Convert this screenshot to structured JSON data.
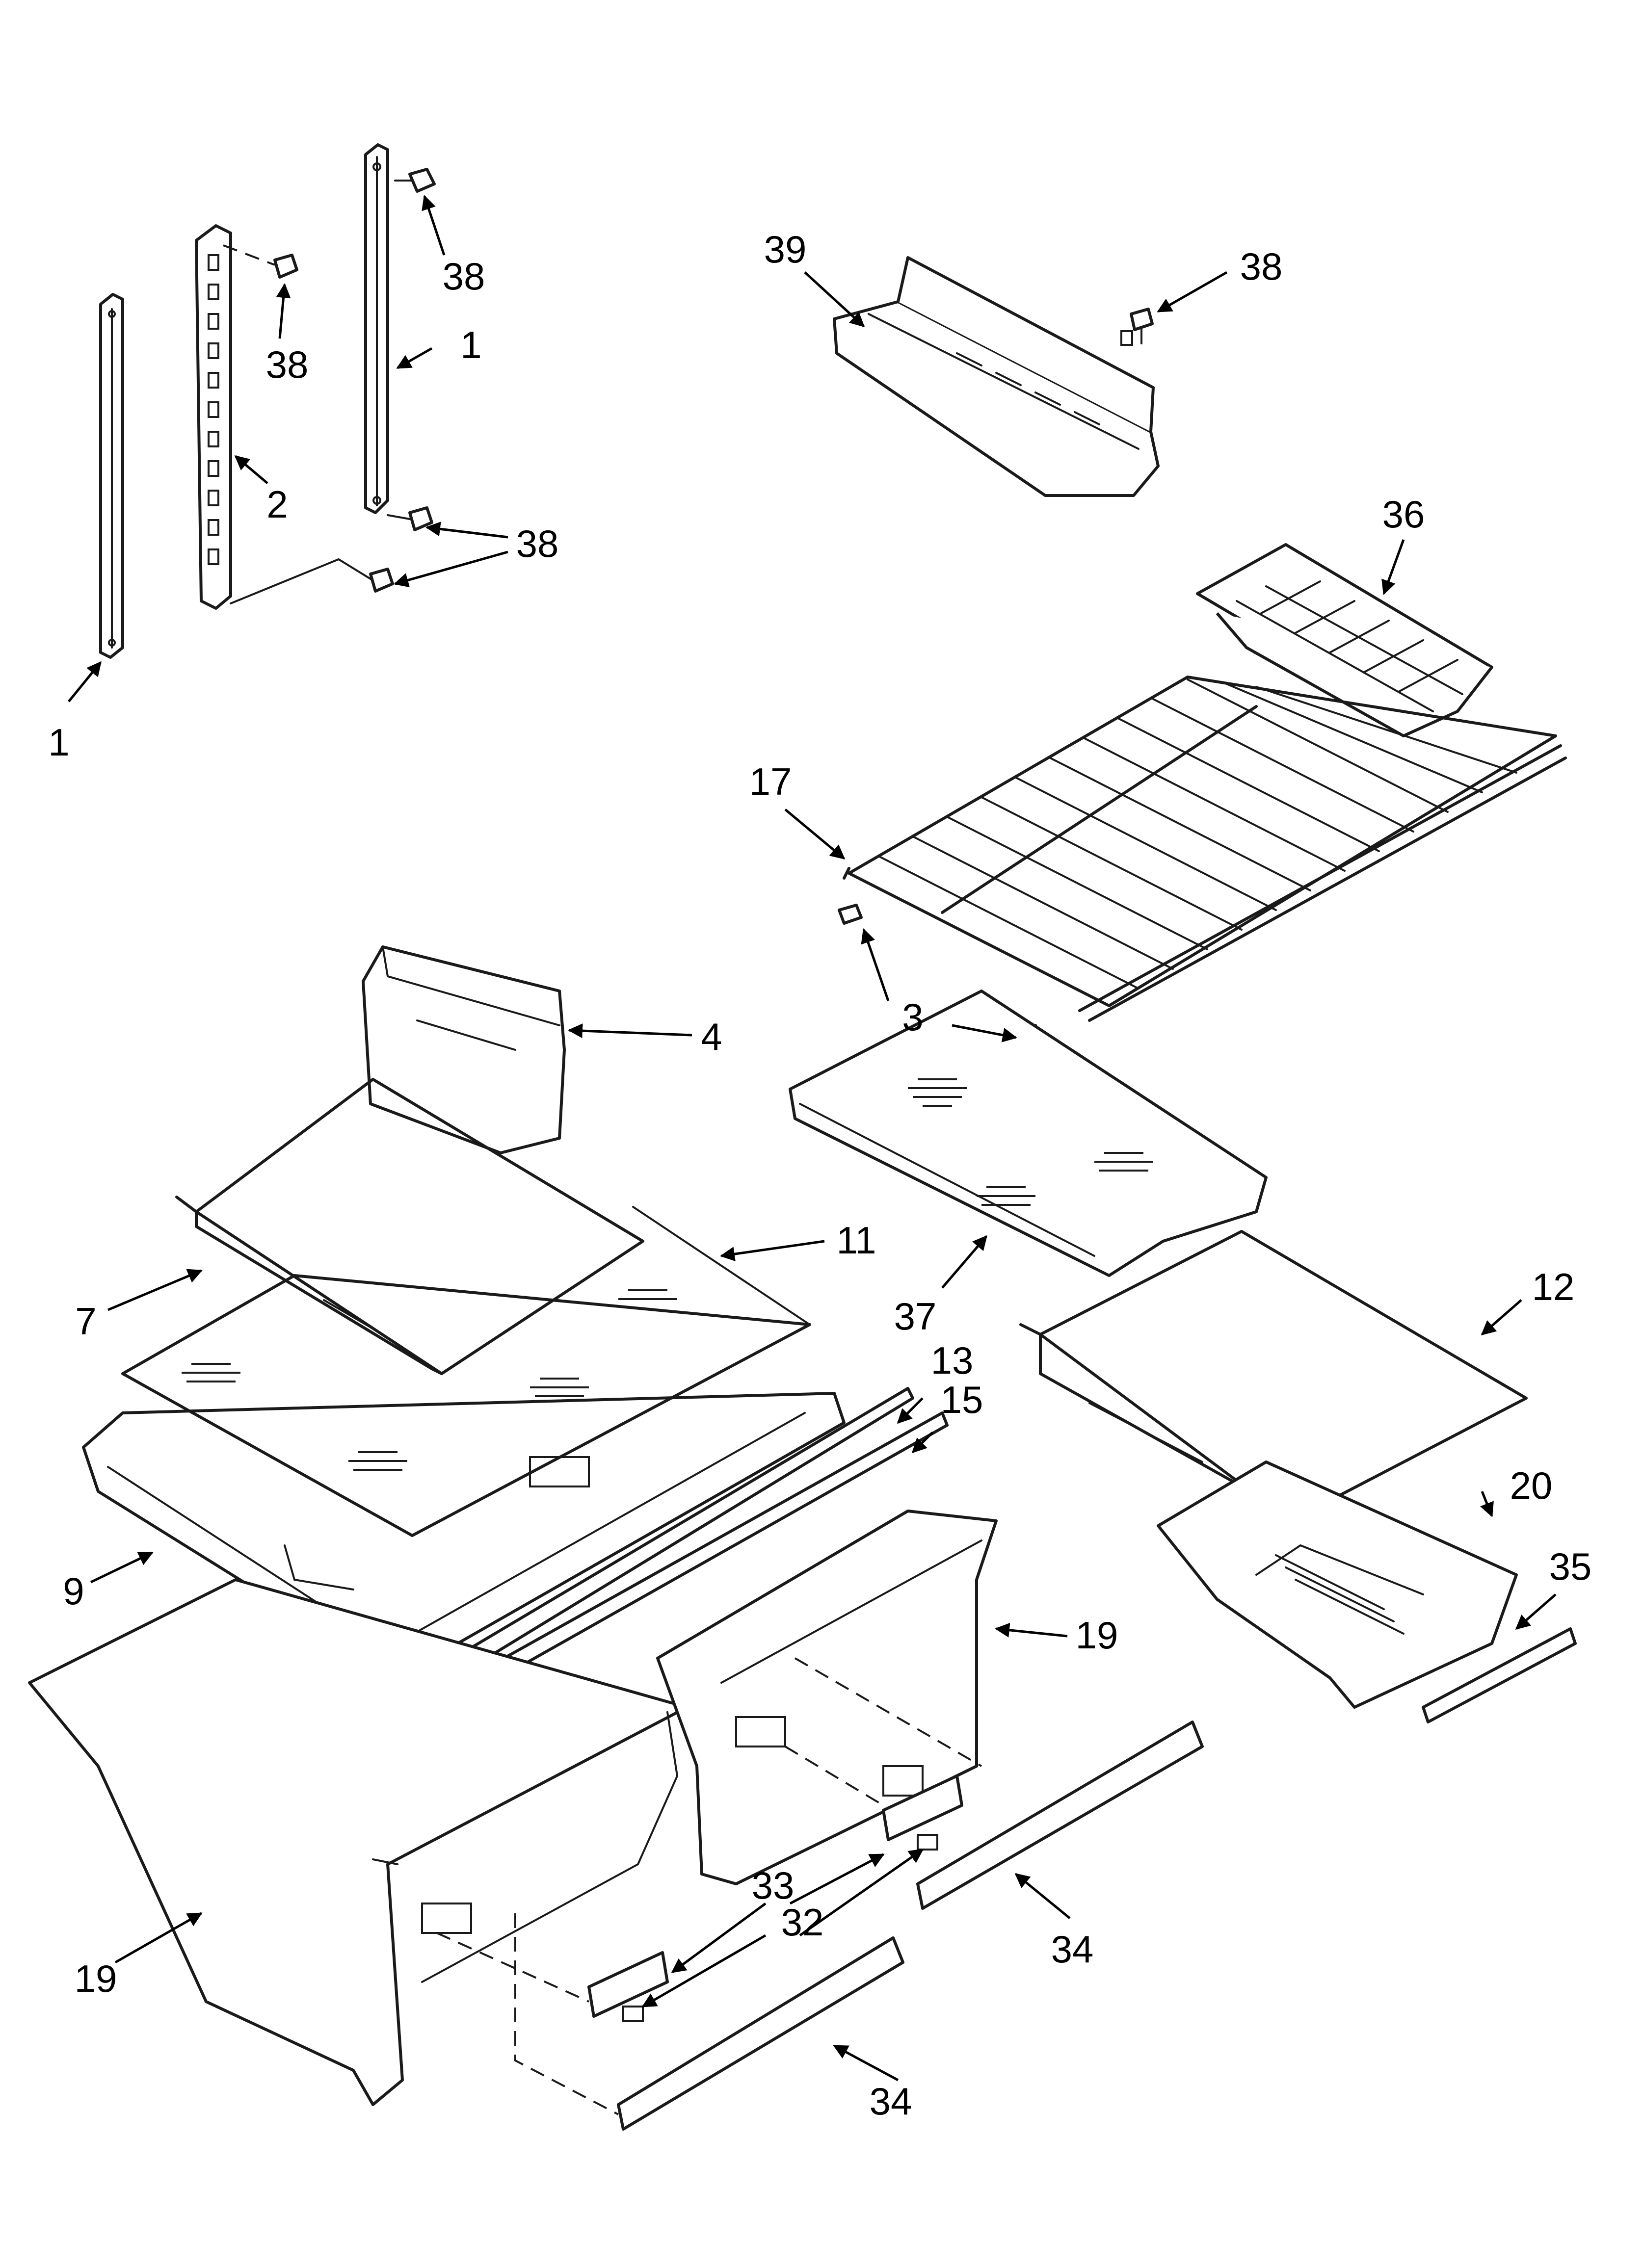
{
  "callouts": {
    "c1a": "1",
    "c1b": "1",
    "c2": "2",
    "c3": "3",
    "c4": "4",
    "c7": "7",
    "c9": "9",
    "c11": "11",
    "c12": "12",
    "c13": "13",
    "c15": "15",
    "c17": "17",
    "c19a": "19",
    "c19b": "19",
    "c20": "20",
    "c32": "32",
    "c33": "33",
    "c34a": "34",
    "c34b": "34",
    "c35": "35",
    "c36": "36",
    "c37": "37",
    "c38a": "38",
    "c38b": "38",
    "c38c": "38",
    "c38d": "38",
    "c39": "39"
  }
}
